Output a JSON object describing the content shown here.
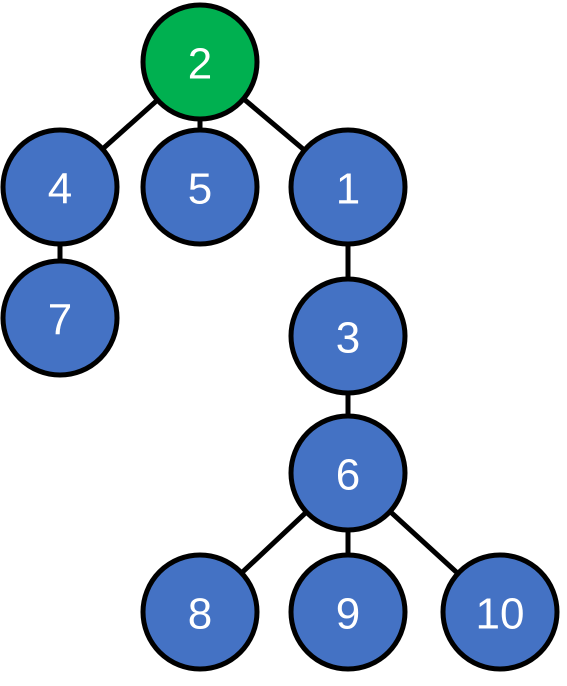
{
  "colors": {
    "root_fill": "#00B050",
    "node_fill": "#4472C4",
    "stroke": "#000000",
    "label": "#FFFFFF"
  },
  "tree": {
    "root": "2",
    "nodes": [
      {
        "id": "2",
        "label": "2",
        "role": "root"
      },
      {
        "id": "4",
        "label": "4",
        "role": "node"
      },
      {
        "id": "5",
        "label": "5",
        "role": "node"
      },
      {
        "id": "1",
        "label": "1",
        "role": "node"
      },
      {
        "id": "7",
        "label": "7",
        "role": "node"
      },
      {
        "id": "3",
        "label": "3",
        "role": "node"
      },
      {
        "id": "6",
        "label": "6",
        "role": "node"
      },
      {
        "id": "8",
        "label": "8",
        "role": "node"
      },
      {
        "id": "9",
        "label": "9",
        "role": "node"
      },
      {
        "id": "10",
        "label": "10",
        "role": "node"
      }
    ],
    "edges": [
      [
        "2",
        "4"
      ],
      [
        "2",
        "5"
      ],
      [
        "2",
        "1"
      ],
      [
        "4",
        "7"
      ],
      [
        "1",
        "3"
      ],
      [
        "3",
        "6"
      ],
      [
        "6",
        "8"
      ],
      [
        "6",
        "9"
      ],
      [
        "6",
        "10"
      ]
    ]
  }
}
